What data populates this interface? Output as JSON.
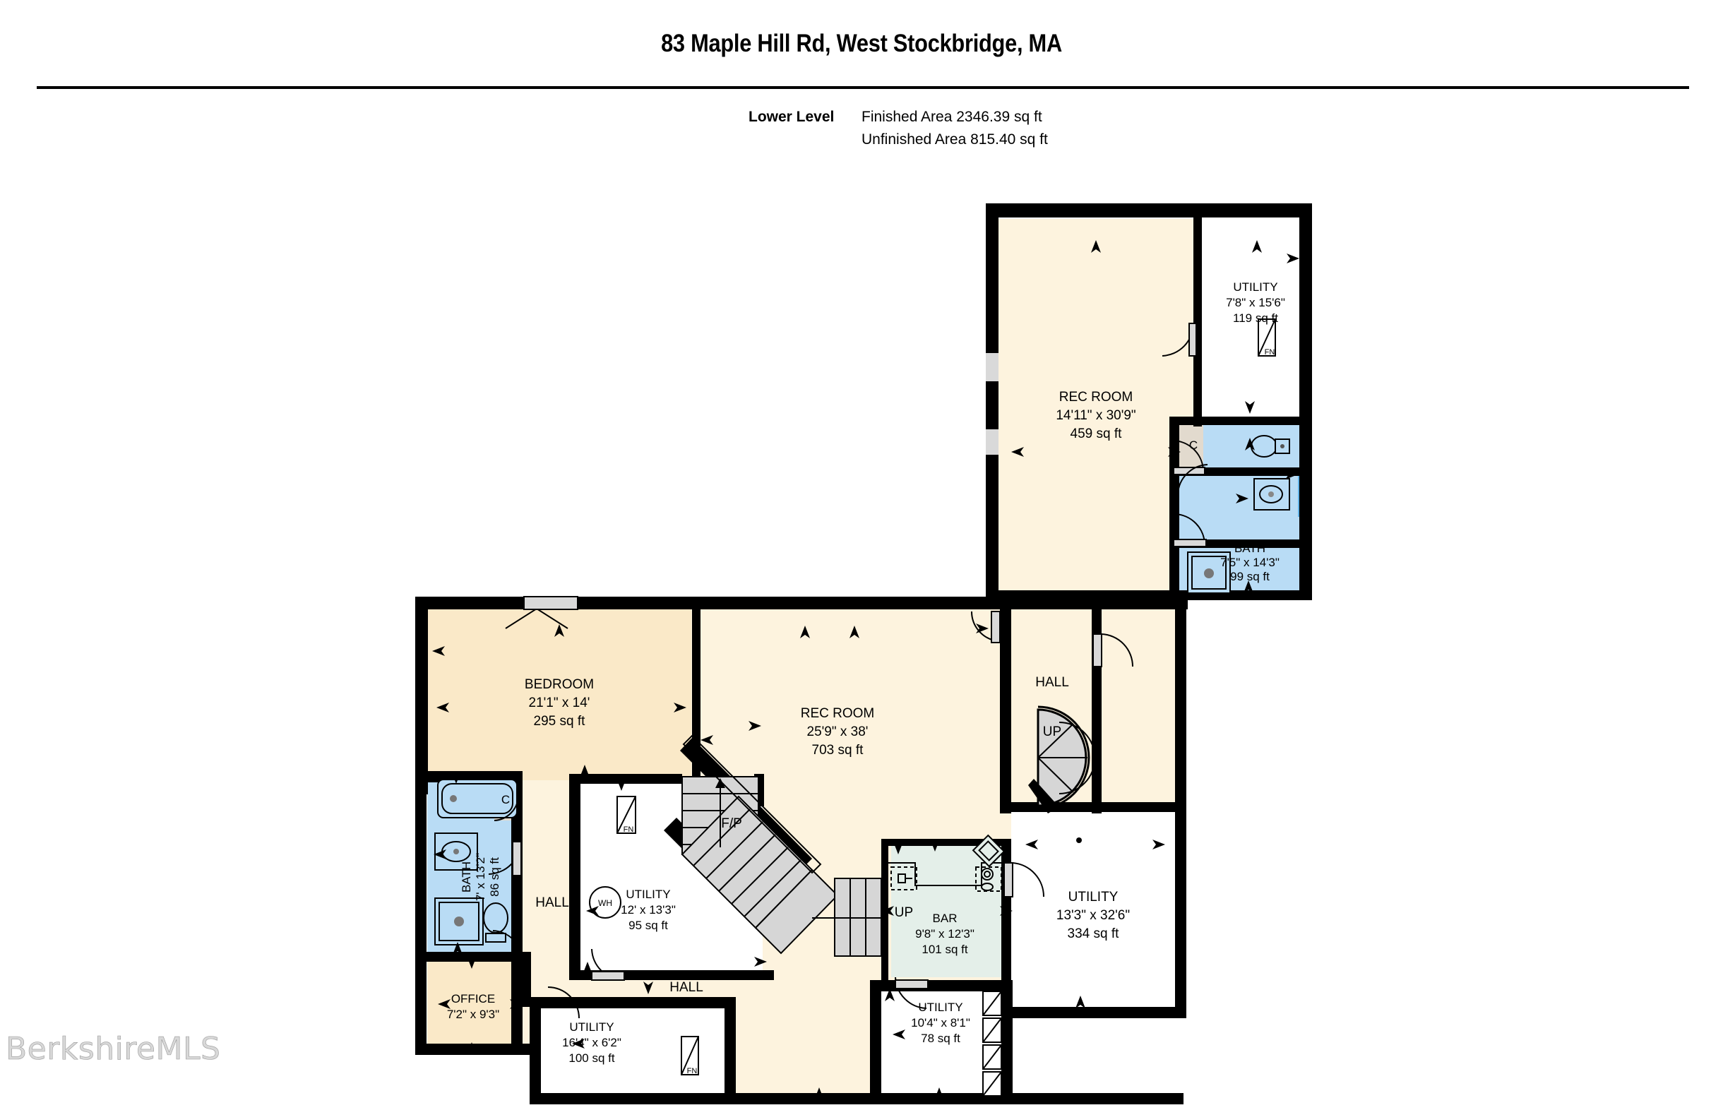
{
  "header": {
    "title": "83 Maple Hill Rd, West Stockbridge, MA",
    "level_label": "Lower Level",
    "finished_area": "Finished Area 2346.39 sq ft",
    "unfinished_area": "Unfinished Area 815.40 sq ft"
  },
  "watermark": "BerkshireMLS",
  "colors": {
    "wall": "#000000",
    "finished_fill": "#FDF3DE",
    "bedroom_fill": "#FAE9C8",
    "unfinished_fill": "#FFFFFF",
    "bath_fill": "#B9DCF5",
    "bar_fill": "#E4EFE9",
    "closet_fill": "#E2DACE",
    "window_blue": "#63B4E8",
    "stair_fill": "#D6D6D6",
    "door_fill": "#D9D9D9"
  },
  "rooms": [
    {
      "id": "rec-room-upper",
      "name": "REC ROOM",
      "dims": "14'11\" x 30'9\"",
      "area": "459 sq ft",
      "fill": "finished"
    },
    {
      "id": "utility-upper",
      "name": "UTILITY",
      "dims": "7'8\" x 15'6\"",
      "area": "119 sq ft",
      "fill": "unfinished"
    },
    {
      "id": "bath-upper",
      "name": "BATH",
      "dims": "7'5\" x 14'3\"",
      "area": "99 sq ft",
      "fill": "bath"
    },
    {
      "id": "bedroom",
      "name": "BEDROOM",
      "dims": "21'1\" x 14'",
      "area": "295 sq ft",
      "fill": "bedroom"
    },
    {
      "id": "bath-lower",
      "name": "BATH",
      "dims": "7' x 13'2\"",
      "area": "86 sq ft",
      "fill": "bath"
    },
    {
      "id": "rec-room-lower",
      "name": "REC ROOM",
      "dims": "25'9\" x 38'",
      "area": "703 sq ft",
      "fill": "finished"
    },
    {
      "id": "utility-center",
      "name": "UTILITY",
      "dims": "12' x 13'3\"",
      "area": "95 sq ft",
      "fill": "unfinished"
    },
    {
      "id": "bar",
      "name": "BAR",
      "dims": "9'8\" x 12'3\"",
      "area": "101 sq ft",
      "fill": "bar"
    },
    {
      "id": "utility-right",
      "name": "UTILITY",
      "dims": "13'3\" x 32'6\"",
      "area": "334 sq ft",
      "fill": "unfinished"
    },
    {
      "id": "office",
      "name": "OFFICE",
      "dims": "7'2\" x 9'3\"",
      "area": "",
      "fill": "bedroom"
    },
    {
      "id": "utility-bottom-left",
      "name": "UTILITY",
      "dims": "16'4\" x 6'2\"",
      "area": "100 sq ft",
      "fill": "unfinished"
    },
    {
      "id": "utility-bottom-mid",
      "name": "UTILITY",
      "dims": "10'4\" x 8'1\"",
      "area": "78 sq ft",
      "fill": "unfinished"
    }
  ],
  "labels": {
    "hall_right": "HALL",
    "hall_bath": "HALL",
    "hall_center": "HALL",
    "up_right": "UP",
    "up_center": "UP",
    "fireplace": "F/P",
    "closet": "C",
    "water_heater": "WH",
    "furnace": "FN"
  }
}
